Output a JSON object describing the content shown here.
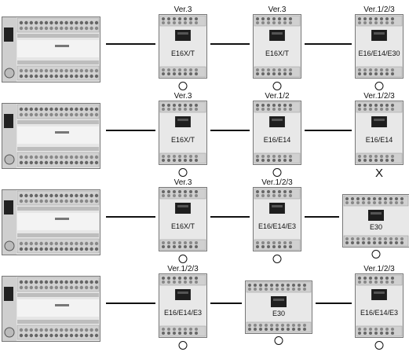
{
  "rows": [
    {
      "expansions": [
        {
          "version": "Ver.3",
          "model": "E16X/T",
          "compatible": "○"
        },
        {
          "version": "Ver.3",
          "model": "E16X/T",
          "compatible": "○"
        },
        {
          "version": "Ver.1/2/3",
          "model": "E16/E14/E30",
          "compatible": "○"
        }
      ]
    },
    {
      "expansions": [
        {
          "version": "Ver.3",
          "model": "E16X/T",
          "compatible": "○"
        },
        {
          "version": "Ver.1/2",
          "model": "E16/E14",
          "compatible": "○"
        },
        {
          "version": "Ver.1/2/3",
          "model": "E16/E14",
          "compatible": "X"
        }
      ]
    },
    {
      "expansions": [
        {
          "version": "Ver.3",
          "model": "E16X/T",
          "compatible": "○"
        },
        {
          "version": "Ver.1/2/3",
          "model": "E16/E14/E3",
          "compatible": "○"
        },
        {
          "version": "",
          "model": "E30",
          "compatible": "○"
        }
      ]
    },
    {
      "expansions": [
        {
          "version": "Ver.1/2/3",
          "model": "E16/E14/E3",
          "compatible": "○"
        },
        {
          "version": "",
          "model": "E30",
          "compatible": "○"
        },
        {
          "version": "Ver.1/2/3",
          "model": "E16/E14/E3",
          "compatible": "○"
        }
      ]
    }
  ]
}
